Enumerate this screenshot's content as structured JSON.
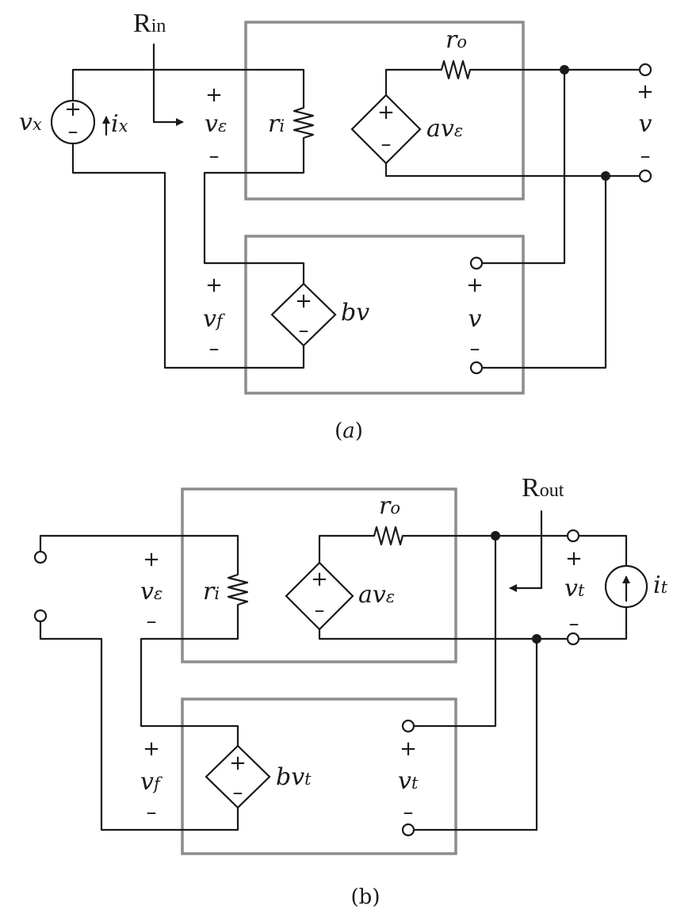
{
  "diagram_a": {
    "caption_open": "(",
    "caption_letter": "a",
    "caption_close": ")",
    "rin_main": "R",
    "rin_sub": "in",
    "vx_main": "v",
    "vx_sub": "x",
    "ix_main": "i",
    "ix_sub": "x",
    "ve_plus": "+",
    "ve_main": "v",
    "ve_sub": "ε",
    "ve_minus": "–",
    "ri_main": "r",
    "ri_sub": "i",
    "ro_main": "r",
    "ro_sub": "o",
    "ave_main": "av",
    "ave_sub": "ε",
    "out_plus": "+",
    "out_v": "v",
    "out_minus": "–",
    "vf_plus": "+",
    "vf_main": "v",
    "vf_sub": "f",
    "vf_minus": "–",
    "bv": "bv",
    "fb_plus": "+",
    "fb_v": "v",
    "fb_minus": "–"
  },
  "diagram_b": {
    "caption": "(b)",
    "rout_main": "R",
    "rout_sub": "out",
    "ve_plus": "+",
    "ve_main": "v",
    "ve_sub": "ε",
    "ve_minus": "–",
    "ri_main": "r",
    "ri_sub": "i",
    "ro_main": "r",
    "ro_sub": "o",
    "ave_main": "av",
    "ave_sub": "ε",
    "vt_plus": "+",
    "vt_main": "v",
    "vt_sub": "t",
    "vt_minus": "–",
    "it_main": "i",
    "it_sub": "t",
    "vf_plus": "+",
    "vf_main": "v",
    "vf_sub": "f",
    "vf_minus": "–",
    "bvt_main": "bv",
    "bvt_sub": "t",
    "fb_plus": "+",
    "fb_main": "v",
    "fb_sub": "t",
    "fb_minus": "–"
  },
  "symbols": {
    "plus": "+",
    "minus": "–"
  }
}
